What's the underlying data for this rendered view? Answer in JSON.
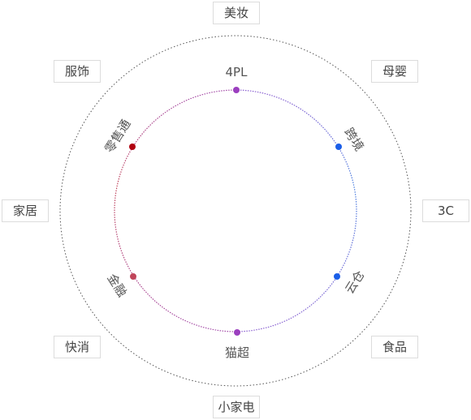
{
  "outer_categories": [
    {
      "key": "top",
      "label": "美妆"
    },
    {
      "key": "top-right",
      "label": "母婴"
    },
    {
      "key": "right",
      "label": "3C"
    },
    {
      "key": "bottom-right",
      "label": "食品"
    },
    {
      "key": "bottom",
      "label": "小家电"
    },
    {
      "key": "bottom-left",
      "label": "快消"
    },
    {
      "key": "left",
      "label": "家居"
    },
    {
      "key": "top-left",
      "label": "服饰"
    }
  ],
  "inner_nodes": [
    {
      "key": "top",
      "label": "4PL",
      "color": "#9b3fbf"
    },
    {
      "key": "upper-right",
      "label": "跨境",
      "color": "#1a5ee8"
    },
    {
      "key": "lower-right",
      "label": "云仓",
      "color": "#1a5ee8"
    },
    {
      "key": "bottom",
      "label": "猫超",
      "color": "#9b3fbf"
    },
    {
      "key": "lower-left",
      "label": "金融",
      "color": "#c0445a"
    },
    {
      "key": "upper-left",
      "label": "零售通",
      "color": "#b00010"
    }
  ],
  "colors": {
    "outer_ring": "#555555",
    "inner_right_arc": "#4a7fe0",
    "inner_left_arc": "#c0445a",
    "box_border": "#dcdcdc",
    "text": "#444444"
  }
}
